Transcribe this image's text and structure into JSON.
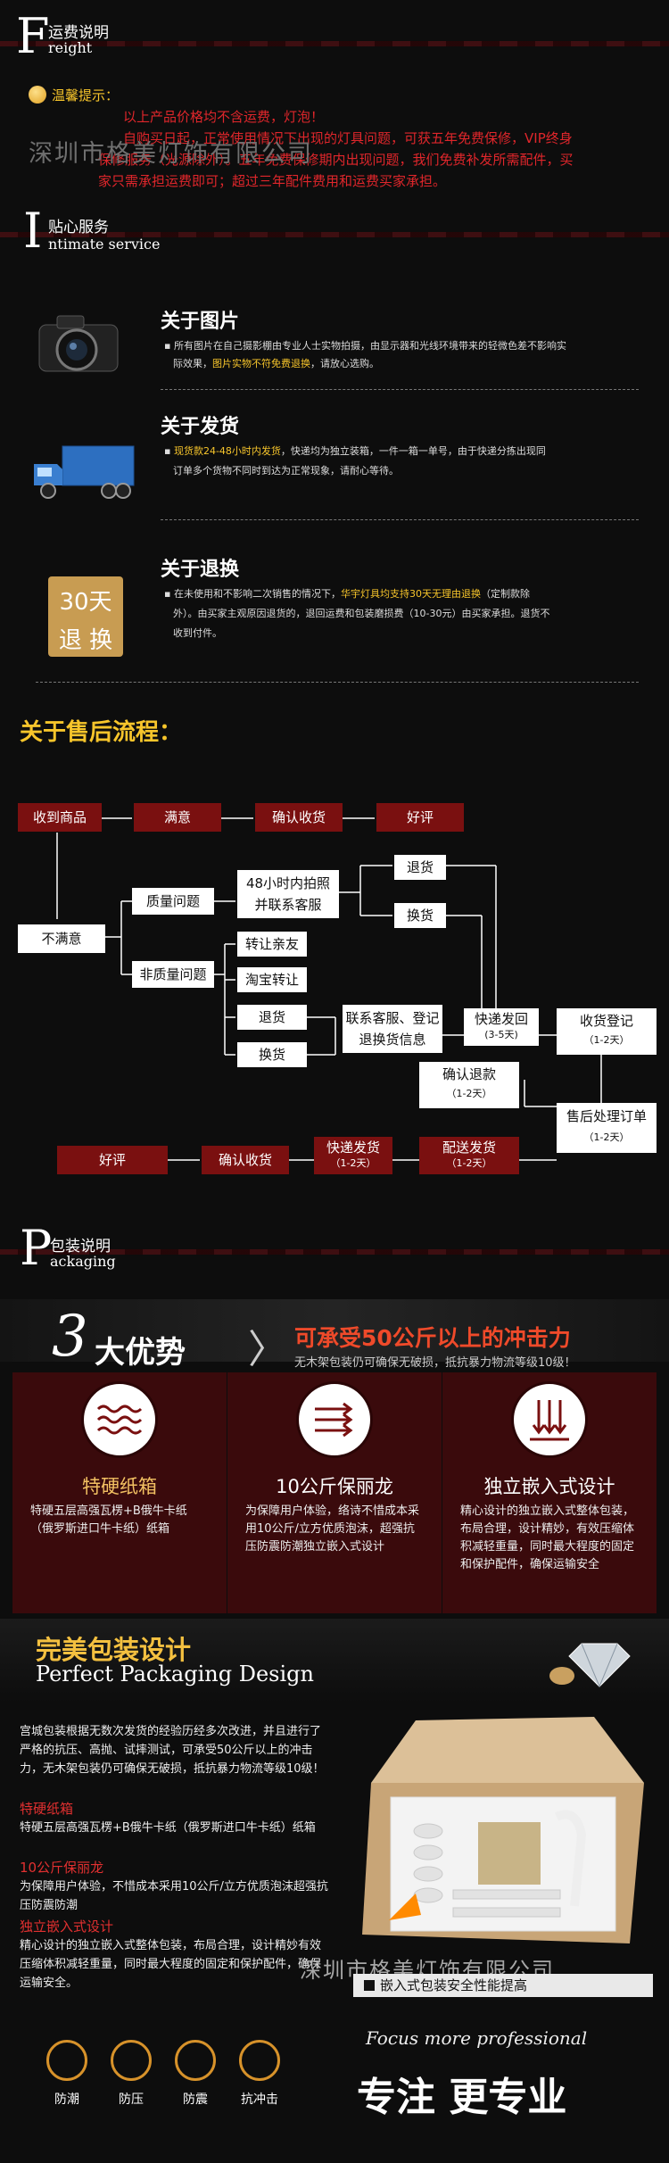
{
  "freight": {
    "letter": "F",
    "cn": "运费说明",
    "en": "reight",
    "tip_label": "温馨提示：",
    "lines": [
      "以上产品价格均不含运费，灯泡！",
      "自购买日起，正常使用情况下出现的灯具问题，可获五年免费保修，VIP终身",
      "保修服务（光源除外）。五年免费保修期内出现问题，我们免费补发所需配件，买",
      "家只需承担运费即可；超过三年配件费用和运费买家承担。"
    ],
    "watermark": "深圳市格美灯饰有限公司"
  },
  "service": {
    "letter": "I",
    "cn": "贴心服务",
    "en": "ntimate service",
    "items": [
      {
        "title": "关于图片",
        "icon": "camera-icon",
        "text1": "所有图片在自己摄影棚由专业人士实物拍摄，由显示器和光线环境带来的轻微色差不影响实",
        "text2a": "际效果，",
        "text2b": "图片实物不符免费退换",
        "text2c": "，请放心选购。"
      },
      {
        "title": "关于发货",
        "icon": "truck-icon",
        "text1a": "现货款24-48小时内发货",
        "text1b": "，快递均为独立装箱，一件一箱一单号，由于快递分拣出现同",
        "text2": "订单多个货物不同时到达为正常现象，请耐心等待。"
      },
      {
        "title": "关于退换",
        "icon": "return-30-days-icon",
        "badge_line1": "30天",
        "badge_line2": "退 换",
        "text1a": "在未使用和不影响二次销售的情况下，",
        "text1b": "华宇灯具均支持30天无理由退换",
        "text1c": "（定制款除",
        "text2": "外）。由买家主观原因退货的，退回运费和包装磨损费（10-30元）由买家承担。退货不",
        "text3": "收到付件。"
      }
    ]
  },
  "aftersale": {
    "title": "关于售后流程：",
    "row1": [
      "收到商品",
      "满意",
      "确认收货",
      "好评"
    ],
    "unsatisfied": "不满意",
    "quality": "质量问题",
    "nonquality": "非质量问题",
    "photo_line1": "48小时内拍照",
    "photo_line2": "并联系客服",
    "return": "退货",
    "exchange": "换货",
    "transfer_friend": "转让亲友",
    "taobao": "淘宝转让",
    "return2": "退货",
    "exchange2": "换货",
    "contact_line1": "联系客服、登记",
    "contact_line2": "退换货信息",
    "express_back": "快递发回",
    "express_back_days": "(3-5天)",
    "receipt": "收货登记",
    "receipt_days": "（1-2天）",
    "confirm_refund": "确认退款",
    "confirm_refund_days": "（1-2天）",
    "process_order": "售后处理订单",
    "process_order_days": "（1-2天）",
    "row_last": [
      "好评",
      "确认收货",
      "快递发货",
      "配送发货"
    ],
    "express_ship_days": "（1-2天）",
    "delivery_days": "（1-2天）"
  },
  "packaging": {
    "letter": "P",
    "cn": "包装说明",
    "en": "ackaging",
    "adv_big": "3",
    "adv_rest": "大优势",
    "impact": "可承受50公斤以上的冲击力",
    "impact_sub": "无木架包装仍可确保无破损，抵抗暴力物流等级10级！",
    "cards": [
      {
        "title": "特硬纸箱",
        "desc": "特硬五层高强瓦楞+B俄牛卡纸（俄罗斯进口牛卡纸）纸箱",
        "icon": "wave-layers-icon"
      },
      {
        "title": "10公斤保丽龙",
        "desc": "为保障用户体验，络诗不惜成本采用10公斤/立方优质泡沫，超强抗压防震防潮独立嵌入式设计",
        "icon": "arrows-right-icon"
      },
      {
        "title": "独立嵌入式设计",
        "desc": "精心设计的独立嵌入式整体包装，布局合理，设计精妙，有效压缩体积减轻重量，同时最大程度的固定和保护配件，确保运输安全",
        "icon": "arrows-down-icon"
      }
    ],
    "perfect_cn": "完美包装设计",
    "perfect_en": "Perfect Packaging Design",
    "intro": "宫城包装根据无数次发货的经验历经多次改进，并且进行了严格的抗压、高抛、试摔测试，可承受50公斤以上的冲击力，无木架包装仍可确保无破损，抵抗暴力物流等级10级！",
    "f1_title": "特硬纸箱",
    "f1_desc": "特硬五层高强瓦楞+B俄牛卡纸（俄罗斯进口牛卡纸）纸箱",
    "f2_title": "10公斤保丽龙",
    "f2_desc": "为保障用户体验，不惜成本采用10公斤/立方优质泡沫超强抗压防震防潮",
    "f3_title": "独立嵌入式设计",
    "f3_desc": "精心设计的独立嵌入式整体包装，布局合理，设计精妙有效压缩体积减轻重量，同时最大程度的固定和保护配件，确保运输安全。",
    "watermark": "深圳市格美灯饰有限公司",
    "caption": "嵌入式包装安全性能提高",
    "features": [
      "防潮",
      "防压",
      "防震",
      "抗冲击"
    ],
    "focus": "Focus more professional",
    "slogan": "专注  更专业"
  }
}
